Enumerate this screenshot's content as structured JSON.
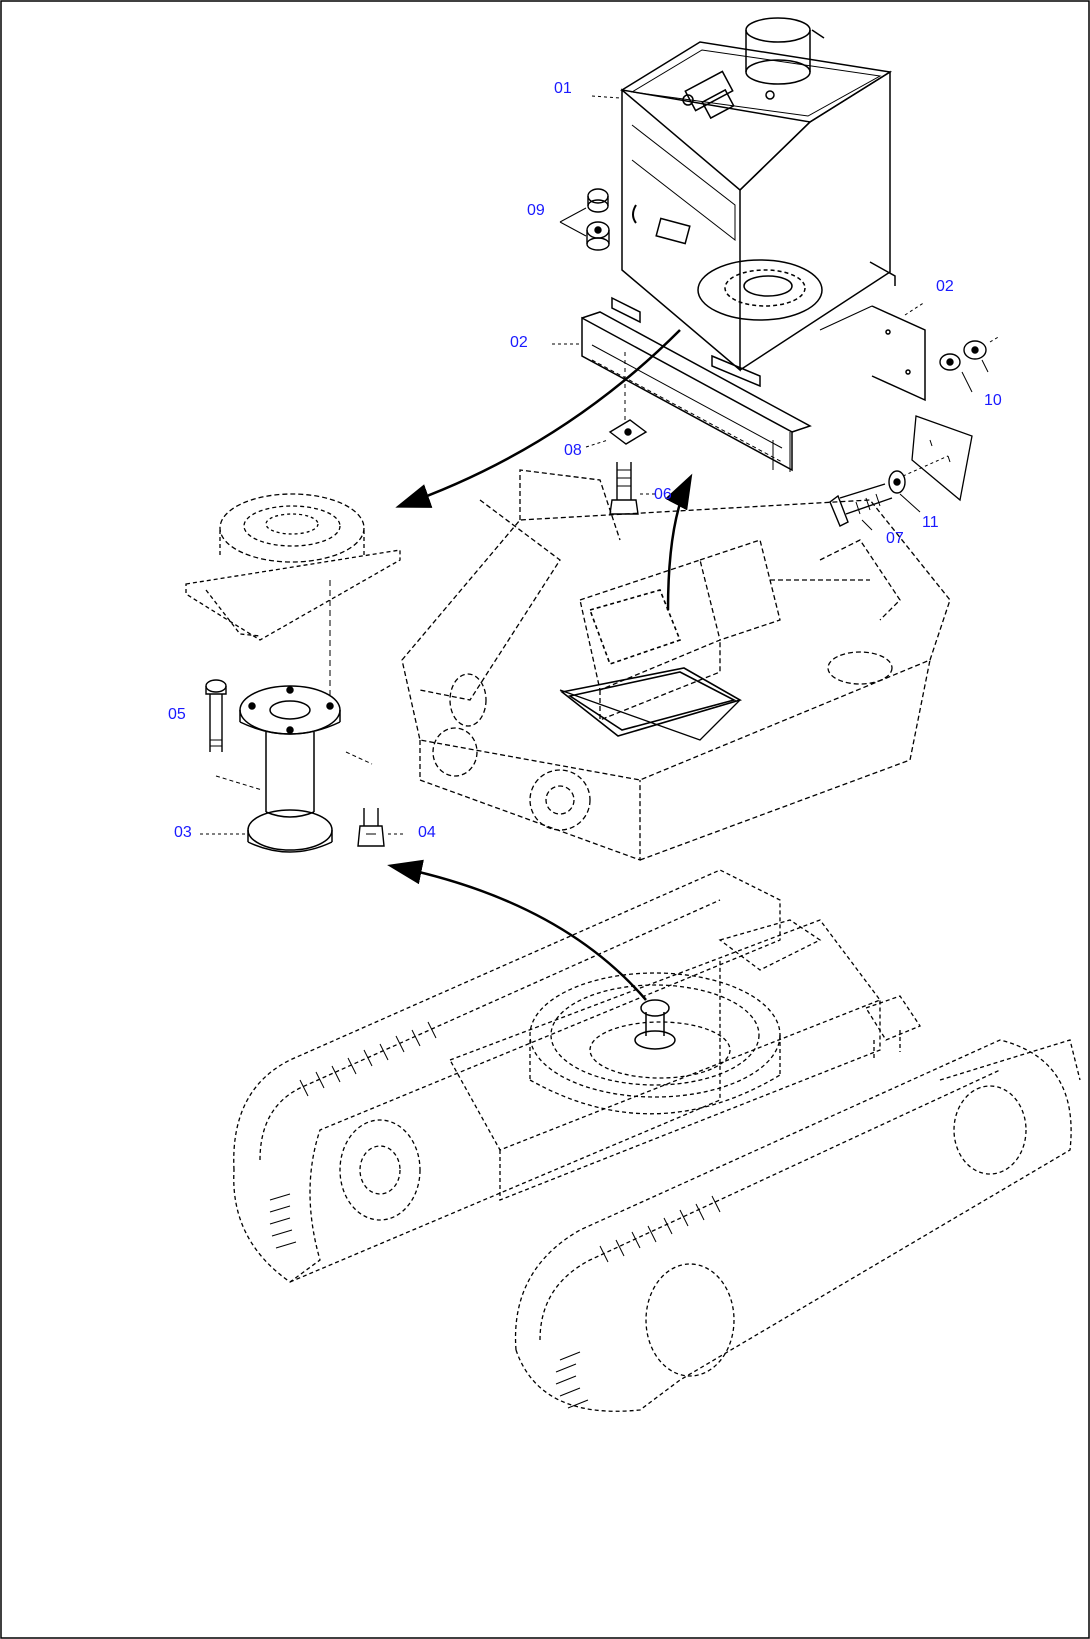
{
  "callouts": {
    "c01": "01",
    "c02a": "02",
    "c02b": "02",
    "c03": "03",
    "c04": "04",
    "c05": "05",
    "c06": "06",
    "c07": "07",
    "c08": "08",
    "c09": "09",
    "c10": "10",
    "c11": "11"
  },
  "colors": {
    "callout_text": "#1a1aff",
    "line_art": "#000000",
    "background": "#ffffff"
  }
}
